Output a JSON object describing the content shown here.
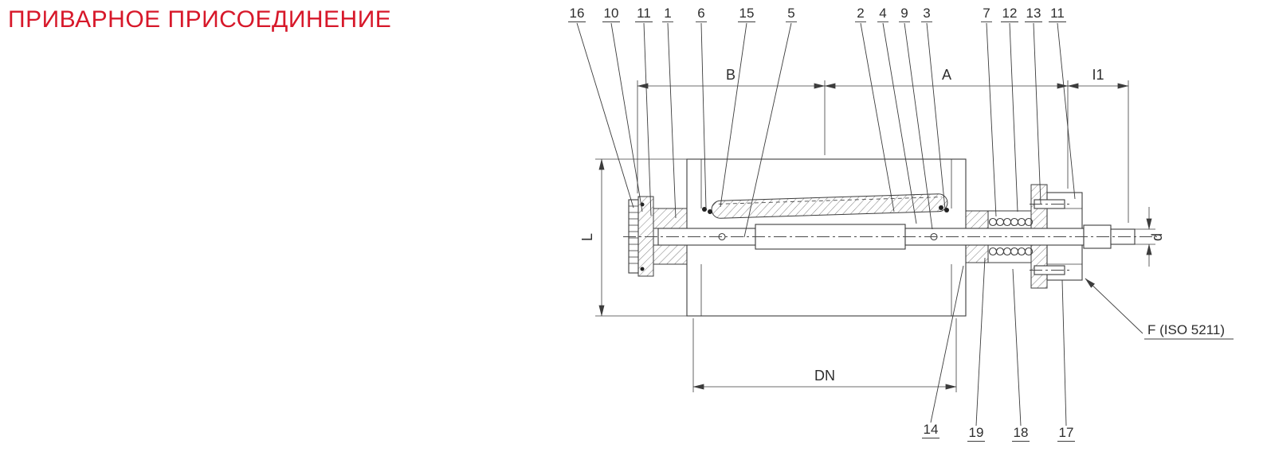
{
  "title": "ПРИВАРНОЕ ПРИСОЕДИНЕНИЕ",
  "colors": {
    "title_red": "#d7182a",
    "drawing_line": "#3c3c3c"
  },
  "callouts": {
    "top": [
      "16",
      "10",
      "11",
      "1",
      "6",
      "15",
      "5",
      "2",
      "4",
      "9",
      "3",
      "7",
      "12",
      "13",
      "11"
    ],
    "bottom": [
      "14",
      "19",
      "18",
      "17"
    ]
  },
  "dimensions": {
    "b": "B",
    "a": "A",
    "i1": "I1",
    "l": "L",
    "d": "d",
    "dn": "DN"
  },
  "labels": {
    "flange_standard": "F (ISO 5211)"
  }
}
